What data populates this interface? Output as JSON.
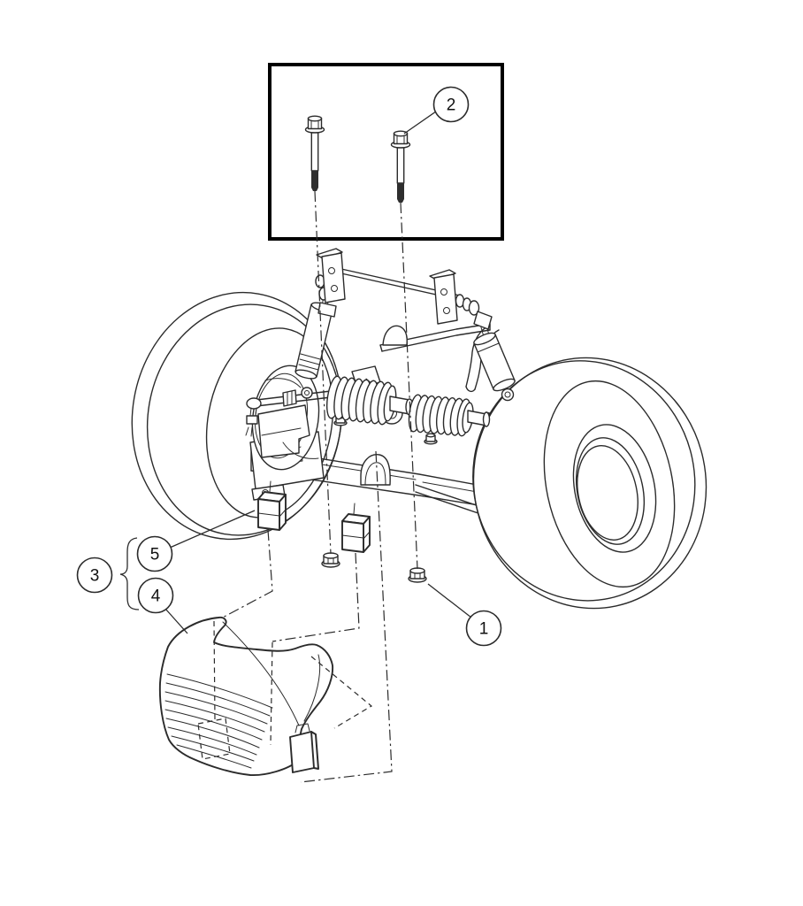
{
  "diagram": {
    "type": "exploded-parts-diagram",
    "background_color": "#ffffff",
    "line_color": "#2b2b2b",
    "box_border_color": "#000000",
    "callouts": {
      "c1": {
        "label": "1"
      },
      "c2": {
        "label": "2"
      },
      "c3": {
        "label": "3"
      },
      "c4": {
        "label": "4"
      },
      "c5": {
        "label": "5"
      }
    }
  }
}
